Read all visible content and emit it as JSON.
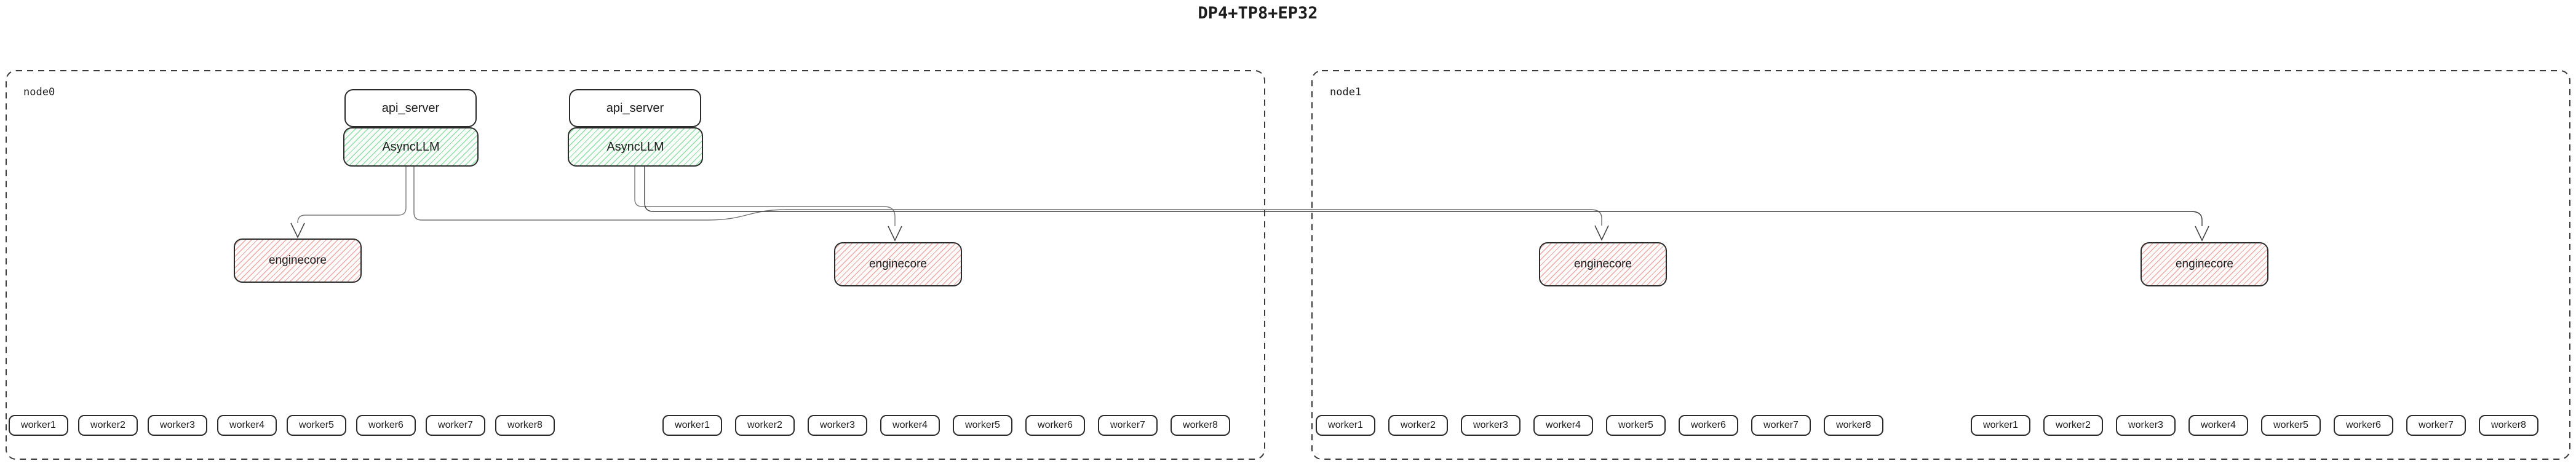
{
  "title": "DP4+TP8+EP32",
  "nodes": [
    {
      "label": "node0",
      "stacks": [
        {
          "api_server": "api_server",
          "async_llm": "AsyncLLM"
        },
        {
          "api_server": "api_server",
          "async_llm": "AsyncLLM"
        }
      ],
      "enginecores": [
        "enginecore",
        "enginecore"
      ],
      "worker_groups": [
        [
          "worker1",
          "worker2",
          "worker3",
          "worker4",
          "worker5",
          "worker6",
          "worker7",
          "worker8"
        ],
        [
          "worker1",
          "worker2",
          "worker3",
          "worker4",
          "worker5",
          "worker6",
          "worker7",
          "worker8"
        ]
      ]
    },
    {
      "label": "node1",
      "stacks": [],
      "enginecores": [
        "enginecore",
        "enginecore"
      ],
      "worker_groups": [
        [
          "worker1",
          "worker2",
          "worker3",
          "worker4",
          "worker5",
          "worker6",
          "worker7",
          "worker8"
        ],
        [
          "worker1",
          "worker2",
          "worker3",
          "worker4",
          "worker5",
          "worker6",
          "worker7",
          "worker8"
        ]
      ]
    }
  ],
  "colors": {
    "async_llm_hatch": "#8fdfa4",
    "enginecore_hatch": "#f2a8a0",
    "box_border": "#2b2b2b",
    "node_border": "#3a3a3a",
    "edge_gray": "#7a7a7a",
    "edge_dark": "#3c3c3c",
    "arrowhead": "#444444"
  }
}
